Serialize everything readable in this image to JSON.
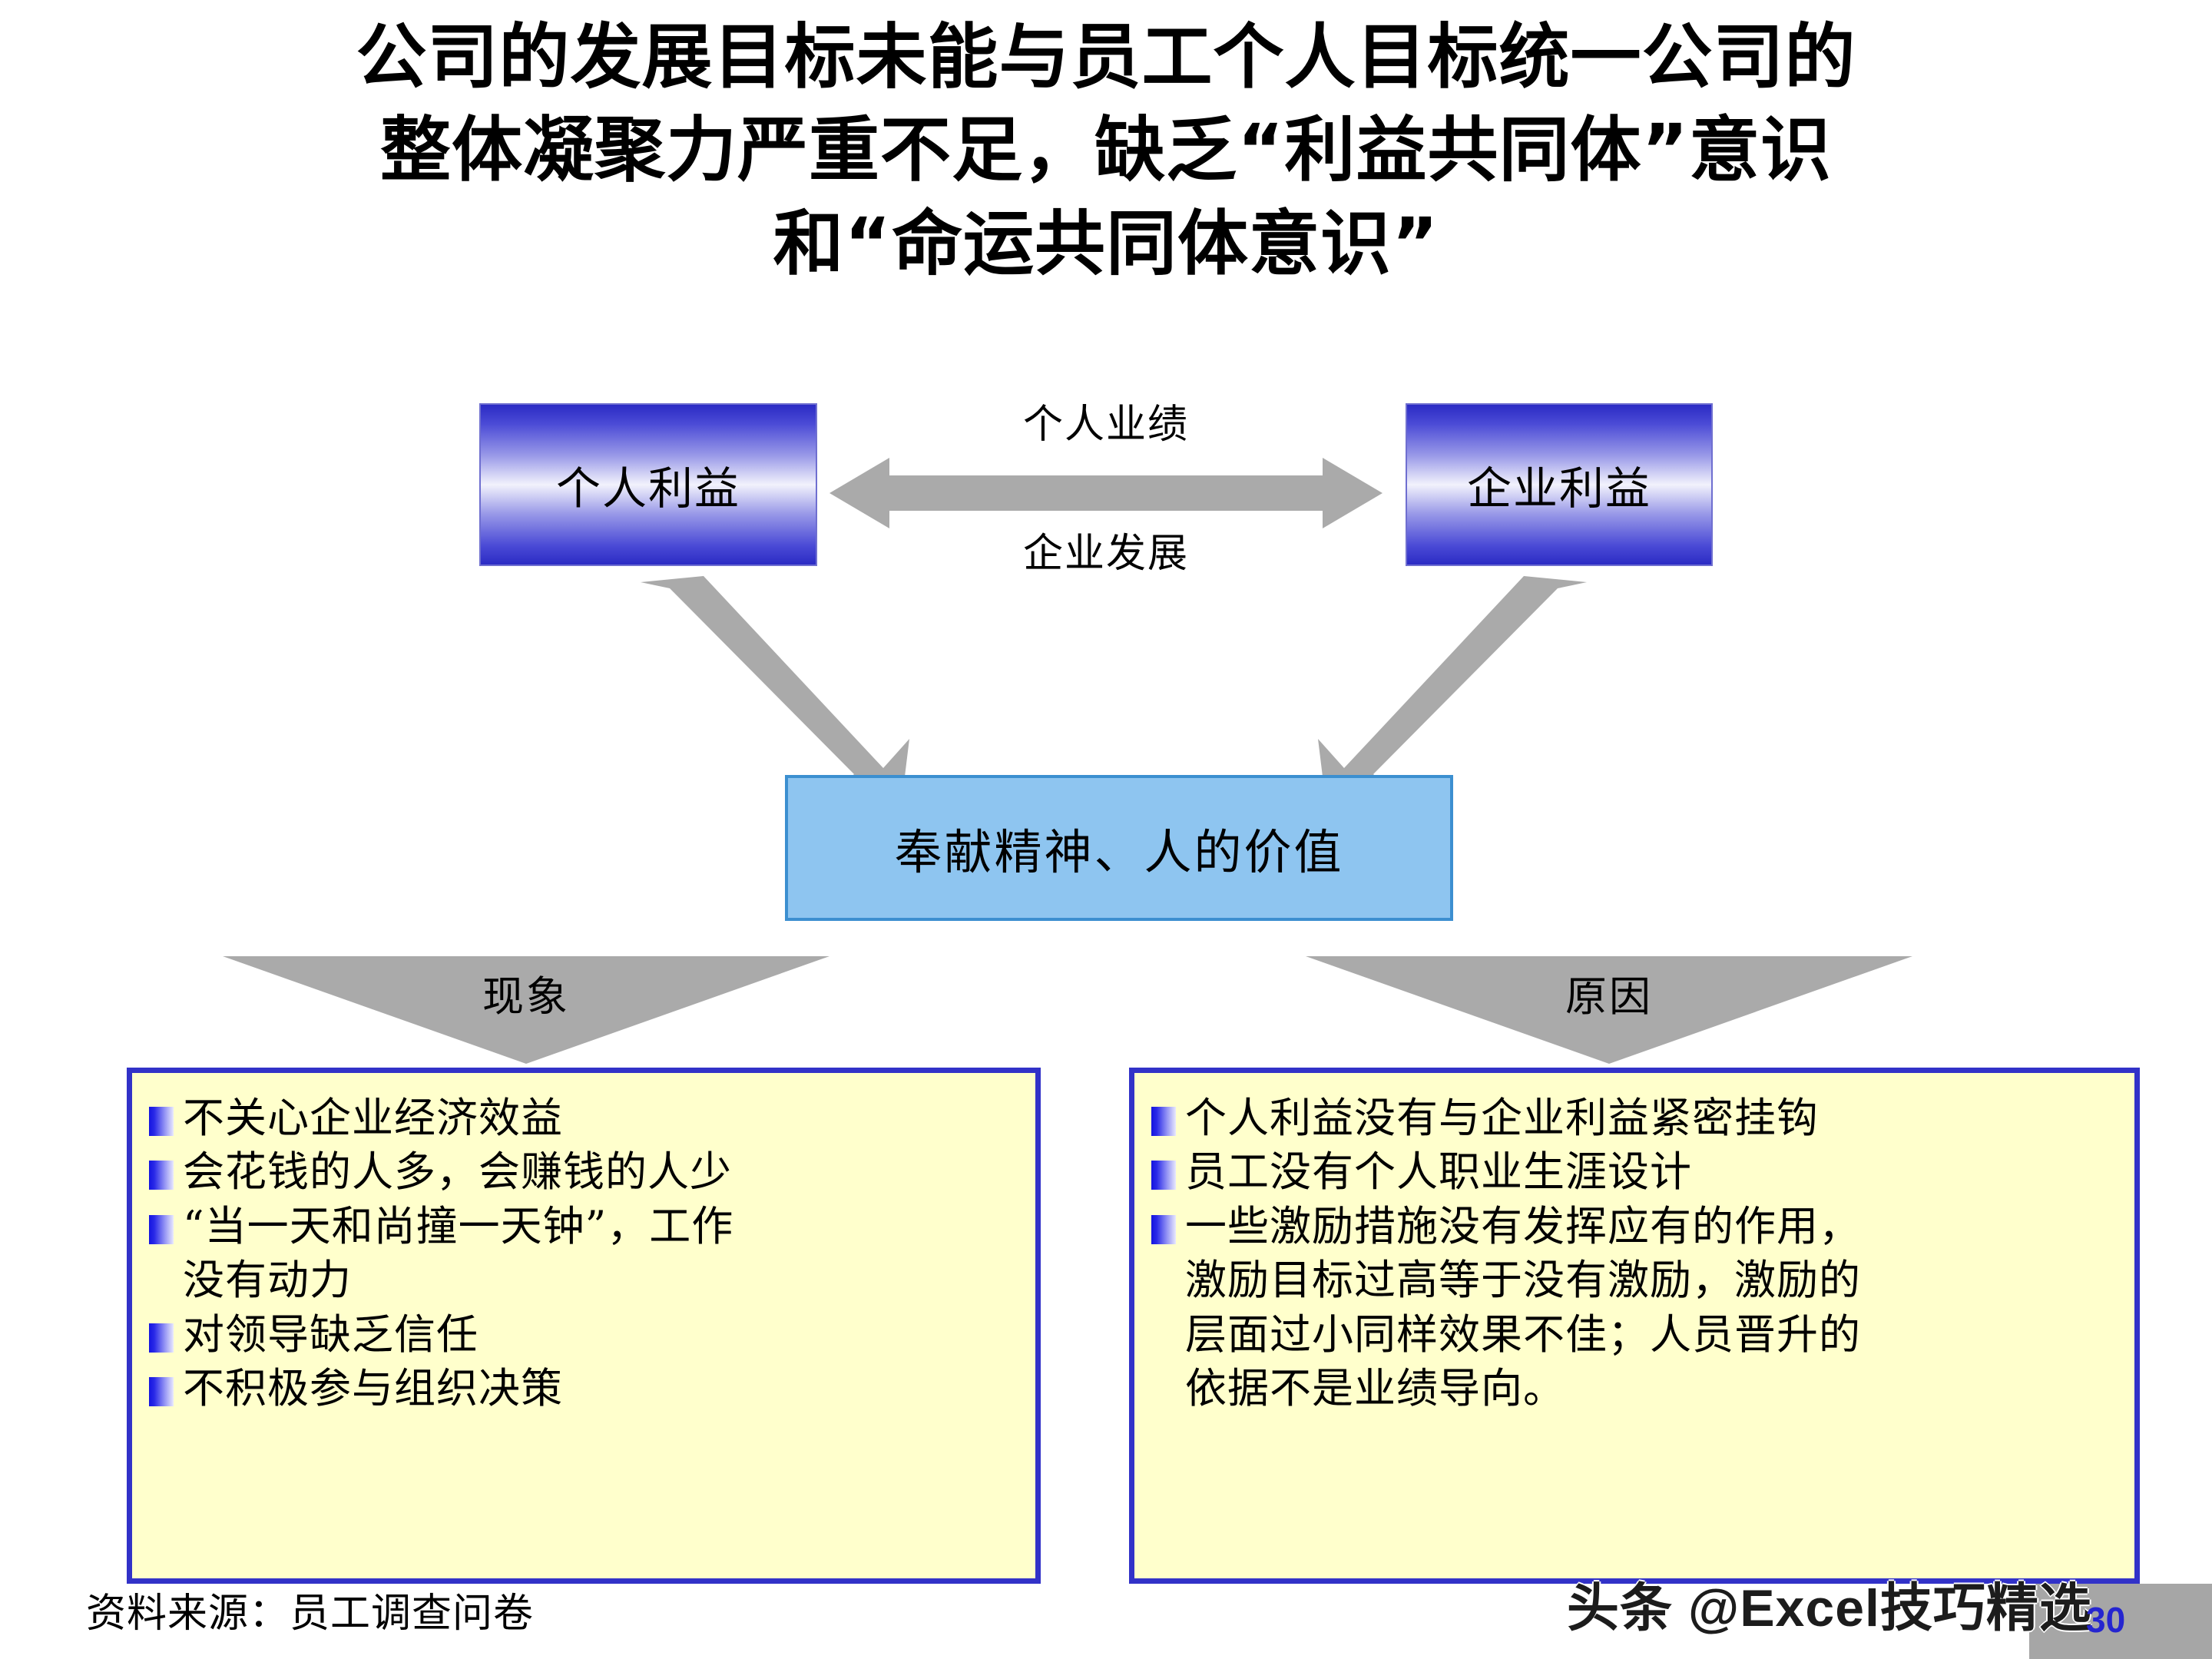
{
  "slide": {
    "title": "公司的发展目标未能与员工个人目标统一公司的\n整体凝聚力严重不足，缺乏“利益共同体”意识\n和“命运共同体意识”",
    "page_number": "30",
    "watermark": "头条 @Excel技巧精选",
    "source_note": "资料来源：员工调查问卷"
  },
  "diagram": {
    "left_box_label": "个人利益",
    "right_box_label": "企业利益",
    "arrow_label_top": "个人业绩",
    "arrow_label_bottom": "企业发展",
    "center_box_label": "奉献精神、人的价值",
    "banner_left_label": "现象",
    "banner_right_label": "原因"
  },
  "phenomena_box": {
    "items": [
      {
        "text": "不关心企业经济效益",
        "bulleted": true
      },
      {
        "text": "会花钱的人多，会赚钱的人少",
        "bulleted": true
      },
      {
        "text": "“当一天和尚撞一天钟”，工作",
        "bulleted": true
      },
      {
        "text": "没有动力",
        "bulleted": false
      },
      {
        "text": "对领导缺乏信任",
        "bulleted": true
      },
      {
        "text": "不积极参与组织决策",
        "bulleted": true
      }
    ]
  },
  "reasons_box": {
    "items": [
      {
        "text": "个人利益没有与企业利益紧密挂钩",
        "bulleted": true
      },
      {
        "text": "员工没有个人职业生涯设计",
        "bulleted": true
      },
      {
        "text": "一些激励措施没有发挥应有的作用，",
        "bulleted": true
      },
      {
        "text": "激励目标过高等于没有激励，激励的",
        "bulleted": false
      },
      {
        "text": "层面过小同样效果不佳；人员晋升的",
        "bulleted": false
      },
      {
        "text": "依据不是业绩导向。",
        "bulleted": false
      }
    ]
  },
  "colors": {
    "box_gradient_blue": "#2b2bc4",
    "center_box_fill": "#8ec5f0",
    "center_box_border": "#3c8fd0",
    "yellow_fill": "#ffffcc",
    "yellow_border": "#3232c8",
    "arrow_gray": "#aaaaaa",
    "footer_gray": "#a6a6a6",
    "page_number_blue": "#2525d0"
  }
}
